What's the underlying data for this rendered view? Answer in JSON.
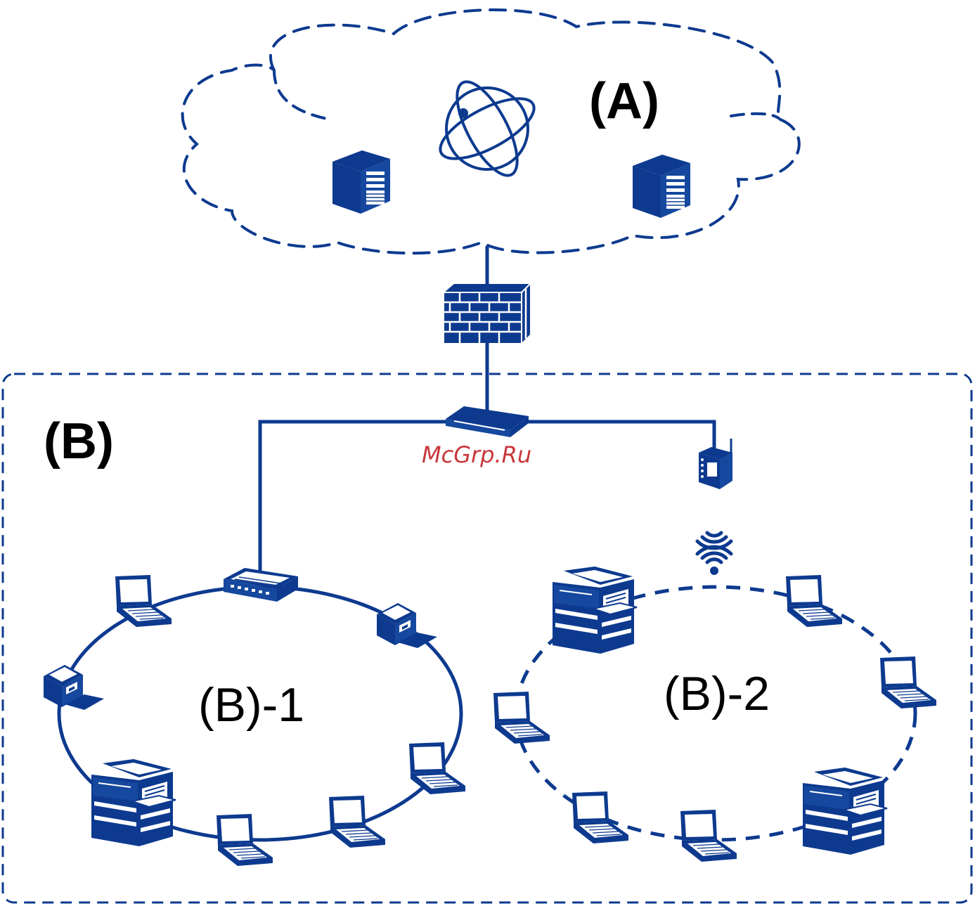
{
  "labels": {
    "internet": "(A)",
    "lan": "(B)",
    "wired_segment": "(B)-1",
    "wireless_segment": "(B)-2"
  },
  "watermark": "McGrp.Ru",
  "colors": {
    "primary": "#0d3a8f",
    "watermark": "#c8363a",
    "text": "#000000"
  },
  "icons": [
    "globe-icon",
    "server-icon",
    "firewall-icon",
    "router-icon",
    "switch-icon",
    "access-point-icon",
    "wifi-signal-icon",
    "laptop-icon",
    "printer-icon",
    "scanner-icon"
  ]
}
